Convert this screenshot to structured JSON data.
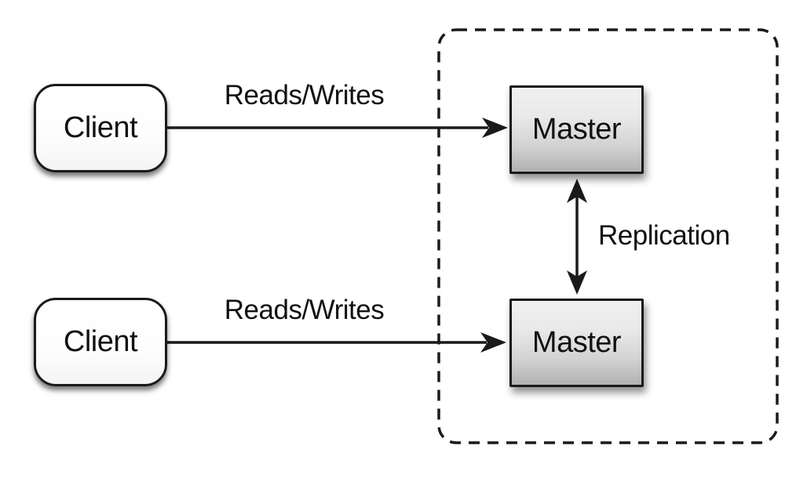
{
  "diagram": {
    "type": "architecture-diagram",
    "background_color": "#ffffff",
    "line_color": "#1a1a1a",
    "nodes": {
      "clients": [
        {
          "id": "client-1",
          "label": "Client",
          "shape": "rounded-rect",
          "fill": "#ffffff"
        },
        {
          "id": "client-2",
          "label": "Client",
          "shape": "rounded-rect",
          "fill": "#ffffff"
        }
      ],
      "masters": [
        {
          "id": "master-1",
          "label": "Master",
          "shape": "rect",
          "fill_top": "#f0f0f0",
          "fill_bottom": "#b2b2b2"
        },
        {
          "id": "master-2",
          "label": "Master",
          "shape": "rect",
          "fill_top": "#f0f0f0",
          "fill_bottom": "#b2b2b2"
        }
      ]
    },
    "groups": [
      {
        "id": "replication-group",
        "border_style": "dashed",
        "contains": [
          "master-1",
          "master-2"
        ]
      }
    ],
    "edges": [
      {
        "from": "client-1",
        "to": "master-1",
        "label": "Reads/Writes",
        "direction": "one-way"
      },
      {
        "from": "client-2",
        "to": "master-2",
        "label": "Reads/Writes",
        "direction": "one-way"
      },
      {
        "from": "master-1",
        "to": "master-2",
        "label": "Replication",
        "direction": "two-way"
      }
    ]
  }
}
